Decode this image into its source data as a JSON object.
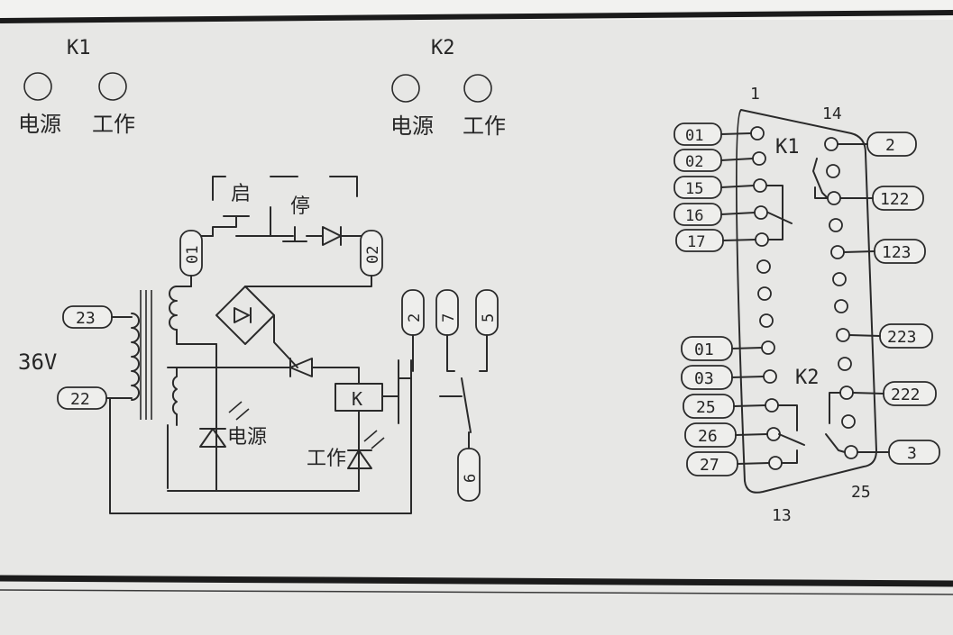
{
  "indicators": {
    "k1": {
      "name": "K1",
      "power": "电源",
      "work": "工作"
    },
    "k2": {
      "name": "K2",
      "power": "电源",
      "work": "工作"
    }
  },
  "circuit": {
    "start": "启",
    "stop": "停",
    "voltage": "36V",
    "relay": "K",
    "led_power": "电源",
    "led_work": "工作",
    "terminals": {
      "t01": "01",
      "t02": "02",
      "t23": "23",
      "t22": "22",
      "t2": "2",
      "t7": "7",
      "t5": "5",
      "t6": "6"
    }
  },
  "connector": {
    "pin1": "1",
    "pin14": "14",
    "pin13": "13",
    "pin25": "25",
    "k1": "K1",
    "k2": "K2",
    "left_tags": [
      "01",
      "02",
      "15",
      "16",
      "17",
      "01",
      "03",
      "25",
      "26",
      "27"
    ],
    "right_tags": [
      "2",
      "122",
      "123",
      "223",
      "222",
      "3"
    ]
  }
}
